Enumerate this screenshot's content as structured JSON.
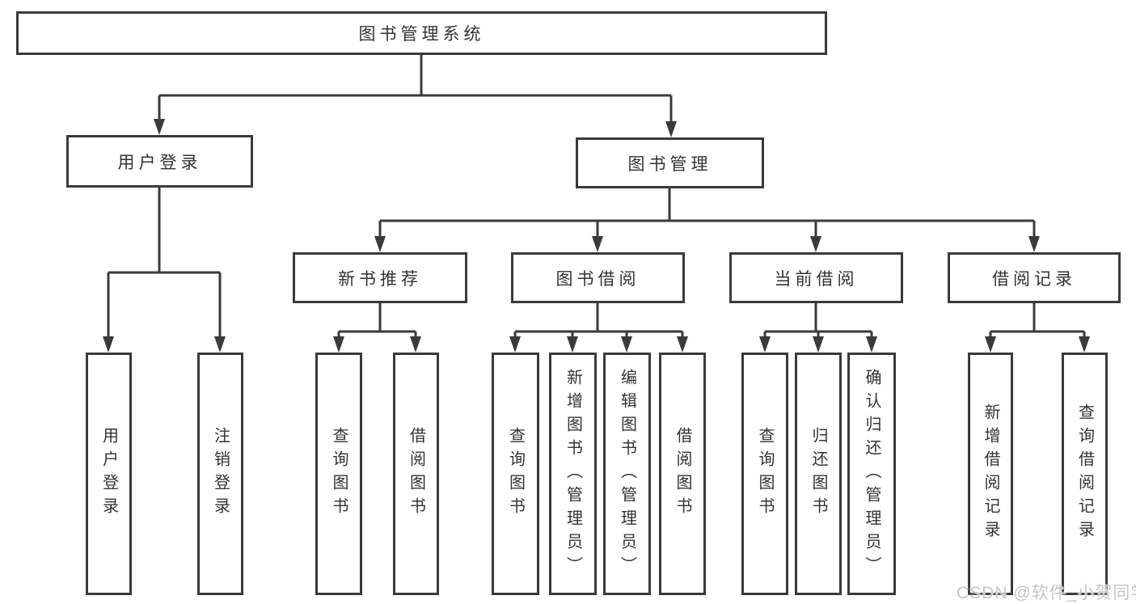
{
  "diagram": {
    "root": {
      "label": "图书管理系统",
      "children": [
        {
          "label": "用户登录",
          "children": [
            {
              "label": "用户登录"
            },
            {
              "label": "注销登录"
            }
          ]
        },
        {
          "label": "图书管理",
          "children": [
            {
              "label": "新书推荐",
              "children": [
                {
                  "label": "查询图书"
                },
                {
                  "label": "借阅图书"
                }
              ]
            },
            {
              "label": "图书借阅",
              "children": [
                {
                  "label": "查询图书"
                },
                {
                  "label": "新增图书（管理员）"
                },
                {
                  "label": "编辑图书（管理员）"
                },
                {
                  "label": "借阅图书"
                }
              ]
            },
            {
              "label": "当前借阅",
              "children": [
                {
                  "label": "查询图书"
                },
                {
                  "label": "归还图书"
                },
                {
                  "label": "确认归还（管理员）"
                }
              ]
            },
            {
              "label": "借阅记录",
              "children": [
                {
                  "label": "新增借阅记录"
                },
                {
                  "label": "查询借阅记录"
                }
              ]
            }
          ]
        }
      ]
    }
  },
  "watermark": {
    "text": "CSDN @软件_小贺同学"
  },
  "colors": {
    "line": "#3a3a3a",
    "text": "#333333",
    "watermark": "#c6c6c6",
    "background": "#ffffff"
  }
}
